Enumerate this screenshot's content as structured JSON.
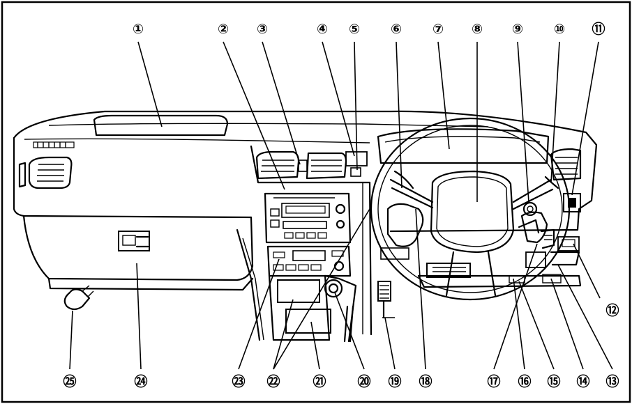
{
  "callouts": [
    {
      "n": 1,
      "label": "①"
    },
    {
      "n": 2,
      "label": "②"
    },
    {
      "n": 3,
      "label": "③"
    },
    {
      "n": 4,
      "label": "④"
    },
    {
      "n": 5,
      "label": "⑤"
    },
    {
      "n": 6,
      "label": "⑥"
    },
    {
      "n": 7,
      "label": "⑦"
    },
    {
      "n": 8,
      "label": "⑧"
    },
    {
      "n": 9,
      "label": "⑨"
    },
    {
      "n": 10,
      "label": "⑩"
    },
    {
      "n": 11,
      "label": "⑪"
    },
    {
      "n": 12,
      "label": "⑫"
    },
    {
      "n": 13,
      "label": "⑬"
    },
    {
      "n": 14,
      "label": "⑭"
    },
    {
      "n": 15,
      "label": "⑮"
    },
    {
      "n": 16,
      "label": "⑯"
    },
    {
      "n": 17,
      "label": "⑰"
    },
    {
      "n": 18,
      "label": "⑱"
    },
    {
      "n": 19,
      "label": "⑲"
    },
    {
      "n": 20,
      "label": "⑳"
    },
    {
      "n": 21,
      "label": "㉑"
    },
    {
      "n": 22,
      "label": "㉒"
    },
    {
      "n": 23,
      "label": "㉓"
    },
    {
      "n": 24,
      "label": "㉔"
    },
    {
      "n": 25,
      "label": "㉕"
    }
  ]
}
